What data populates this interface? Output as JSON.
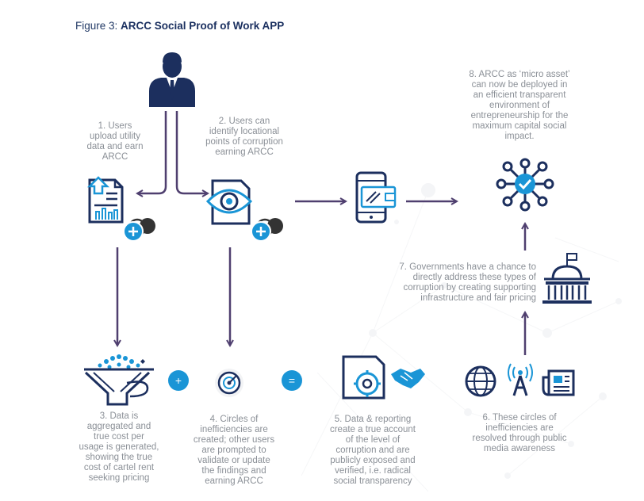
{
  "figure": {
    "label": "Figure 3: ",
    "title": "ARCC Social Proof of Work APP"
  },
  "steps": {
    "s1": "1. Users\nupload utility\ndata and earn\nARCC",
    "s2": "2. Users can\nidentify locational\npoints of corruption\nearning ARCC",
    "s3": "3. Data is\naggregated and\ntrue cost per\nusage is generated,\nshowing the true\ncost of cartel rent\nseeking pricing",
    "s4": "4. Circles of\ninefficiencies are\ncreated; other users\nare prompted to\nvalidate or update\nthe findings and\nearning ARCC",
    "s5": "5. Data & reporting\ncreate a true account\nof the level of\ncorruption and are\npublicly exposed and\nverified, i.e. radical\nsocial transparency",
    "s6": "6. These circles of\ninefficiencies are\nresolved through public\nmedia awareness",
    "s7": "7. Governments have a chance to\ndirectly address these types of\ncorruption by creating supporting\ninfrastructure and fair pricing",
    "s8": "8. ARCC as ‘micro asset’\ncan now be deployed in\nan efficient transparent\nenvironment of\nentrepreneurship for the\nmaximum capital social\nimpact."
  },
  "operators": {
    "plus": "+",
    "equals": "="
  },
  "colors": {
    "navy": "#1c2f5e",
    "blue": "#1a95d6",
    "arrow": "#4f3f6f",
    "text": "#8b9097",
    "dark": "#333333"
  }
}
